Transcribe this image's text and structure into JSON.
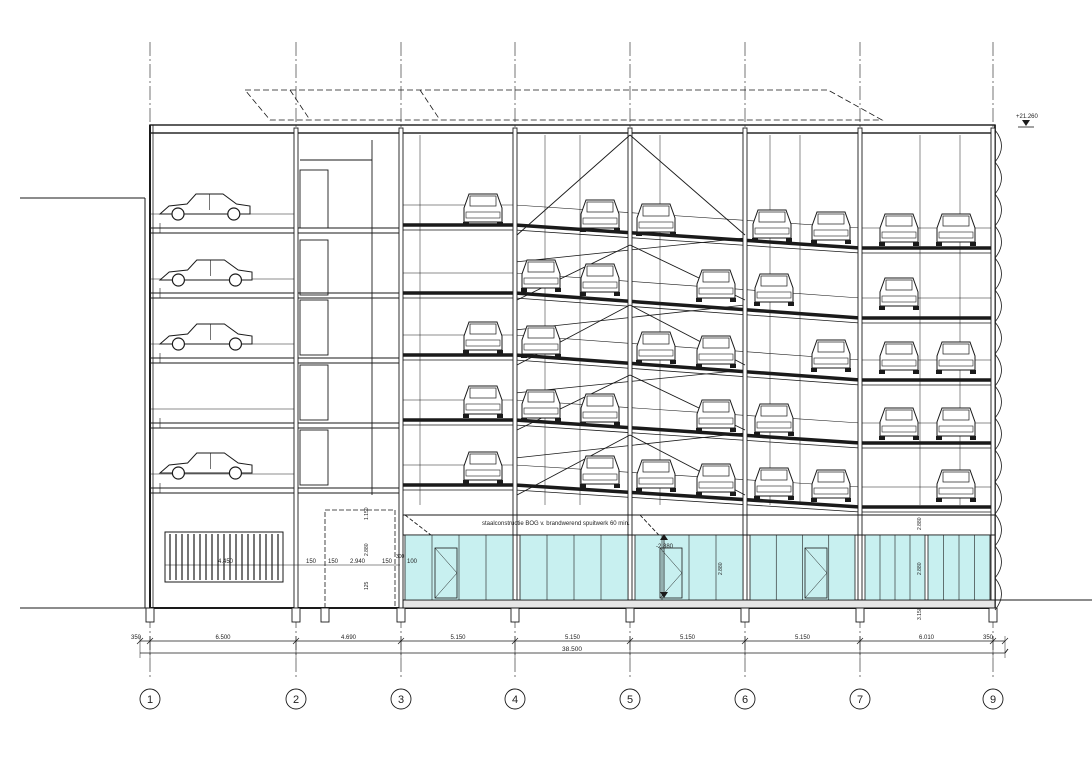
{
  "colors": {
    "ink": "#1a1a1a",
    "glass": "#c8f0f0",
    "paper": "#ffffff"
  },
  "grid_axes": [
    {
      "label": "1"
    },
    {
      "label": "2"
    },
    {
      "label": "3"
    },
    {
      "label": "4"
    },
    {
      "label": "5"
    },
    {
      "label": "6"
    },
    {
      "label": "7"
    },
    {
      "label": "9"
    }
  ],
  "bay_dimensions": [
    "350",
    "6.500",
    "4.690",
    "5.150",
    "5.150",
    "5.150",
    "5.150",
    "6.010",
    "350"
  ],
  "total_dimension": "38.500",
  "top_level": "+21.260",
  "ground_level": "-2.880",
  "steel_note": "staalconstructie BOG v. brandwerend spuitwerk 60 min.",
  "small_dimensions": {
    "d_4450": "4.450",
    "d_150a": "150",
    "d_150b": "150",
    "d_2940": "2.940",
    "d_150c": "150",
    "d_100": "100",
    "d_300": "300",
    "d_2880a": "2.880",
    "d_2880b": "2.880",
    "d_2880c": "2.880",
    "d_2880d": "2.880",
    "d_3150": "3.150",
    "d_1150": "1.150",
    "d_125": "125"
  }
}
